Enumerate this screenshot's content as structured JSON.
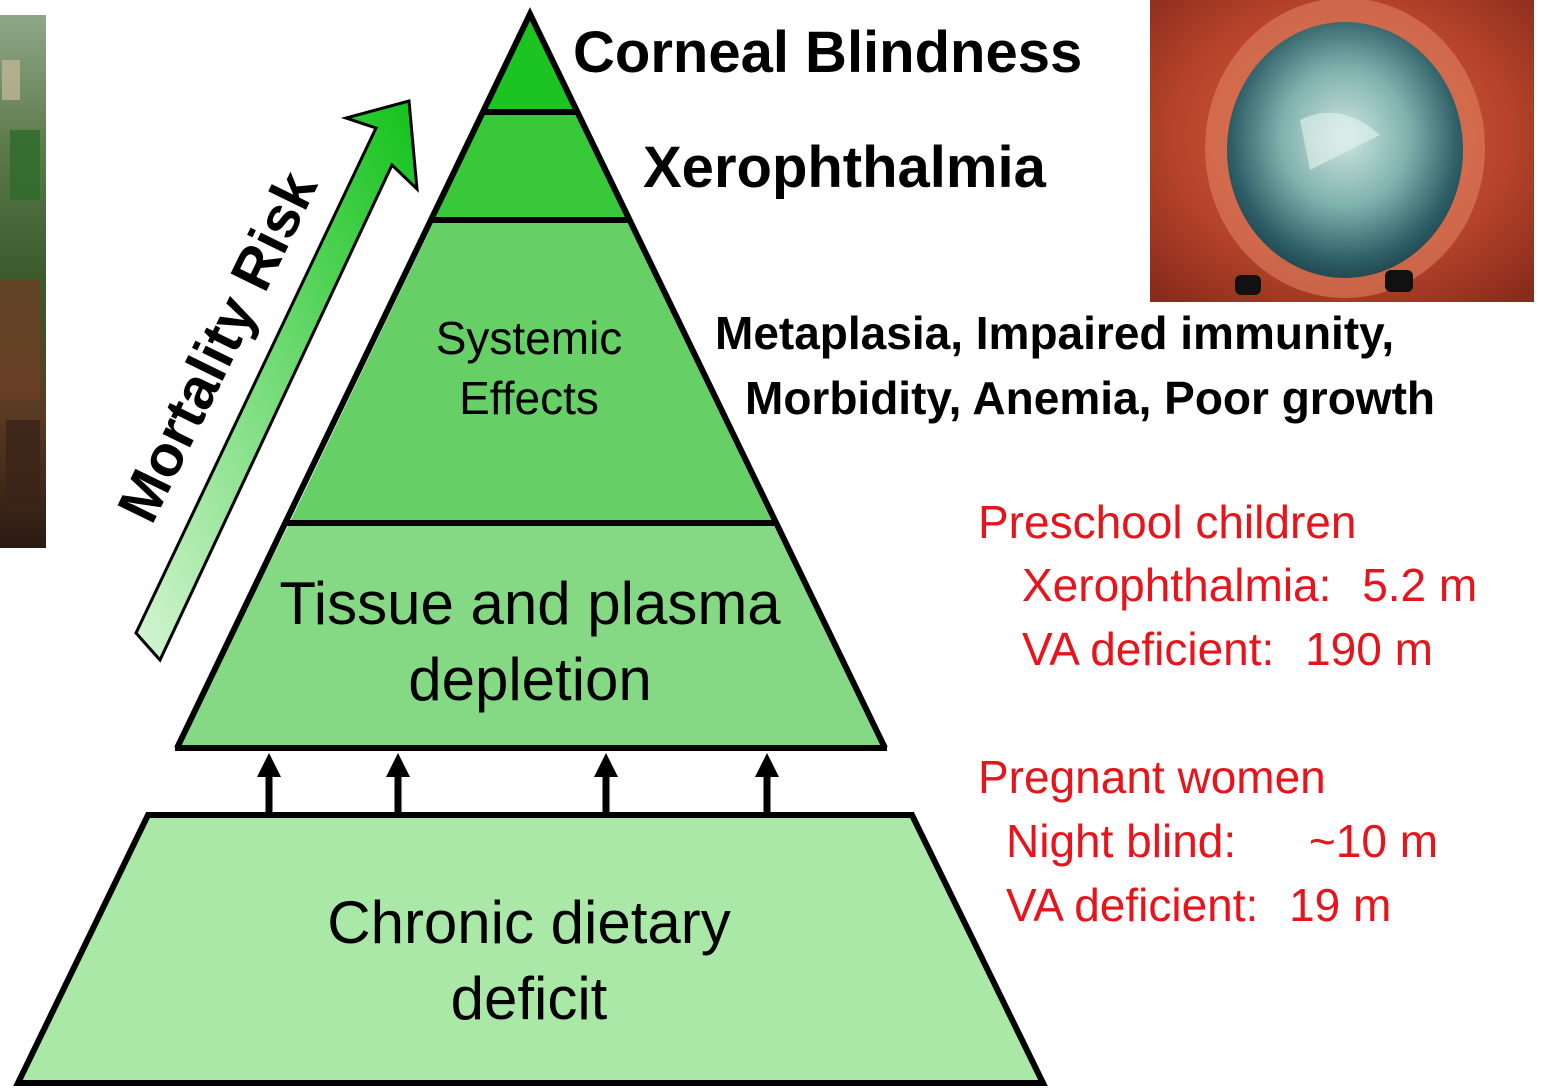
{
  "diagram": {
    "levels": {
      "top_label": "Corneal Blindness",
      "second_label": "Xerophthalmia",
      "systemic_line1": "Systemic",
      "systemic_line2": "Effects",
      "tissue_line1": "Tissue and plasma",
      "tissue_line2": "depletion",
      "base_line1": "Chronic dietary",
      "base_line2": "deficit"
    },
    "arrow_label": "Mortality Risk",
    "effects_line1": "Metaplasia, Impaired immunity,",
    "effects_line2": "Morbidity, Anemia, Poor growth",
    "preschool": {
      "heading": "Preschool children",
      "row1_label": "Xerophthalmia:",
      "row1_value": "5.2 m",
      "row2_label": "VA deficient:",
      "row2_value": "190 m"
    },
    "pregnant": {
      "heading": "Pregnant women",
      "row1_label": "Night blind:",
      "row1_value": "~10 m",
      "row2_label": "VA deficient:",
      "row2_value": "19 m"
    }
  },
  "colors": {
    "tier_top": "#1cc421",
    "tier_second": "#38c83a",
    "tier_systemic": "#66cf66",
    "tier_tissue": "#86d984",
    "tier_base": "#a9e8a6",
    "red_text": "#e8141b"
  }
}
